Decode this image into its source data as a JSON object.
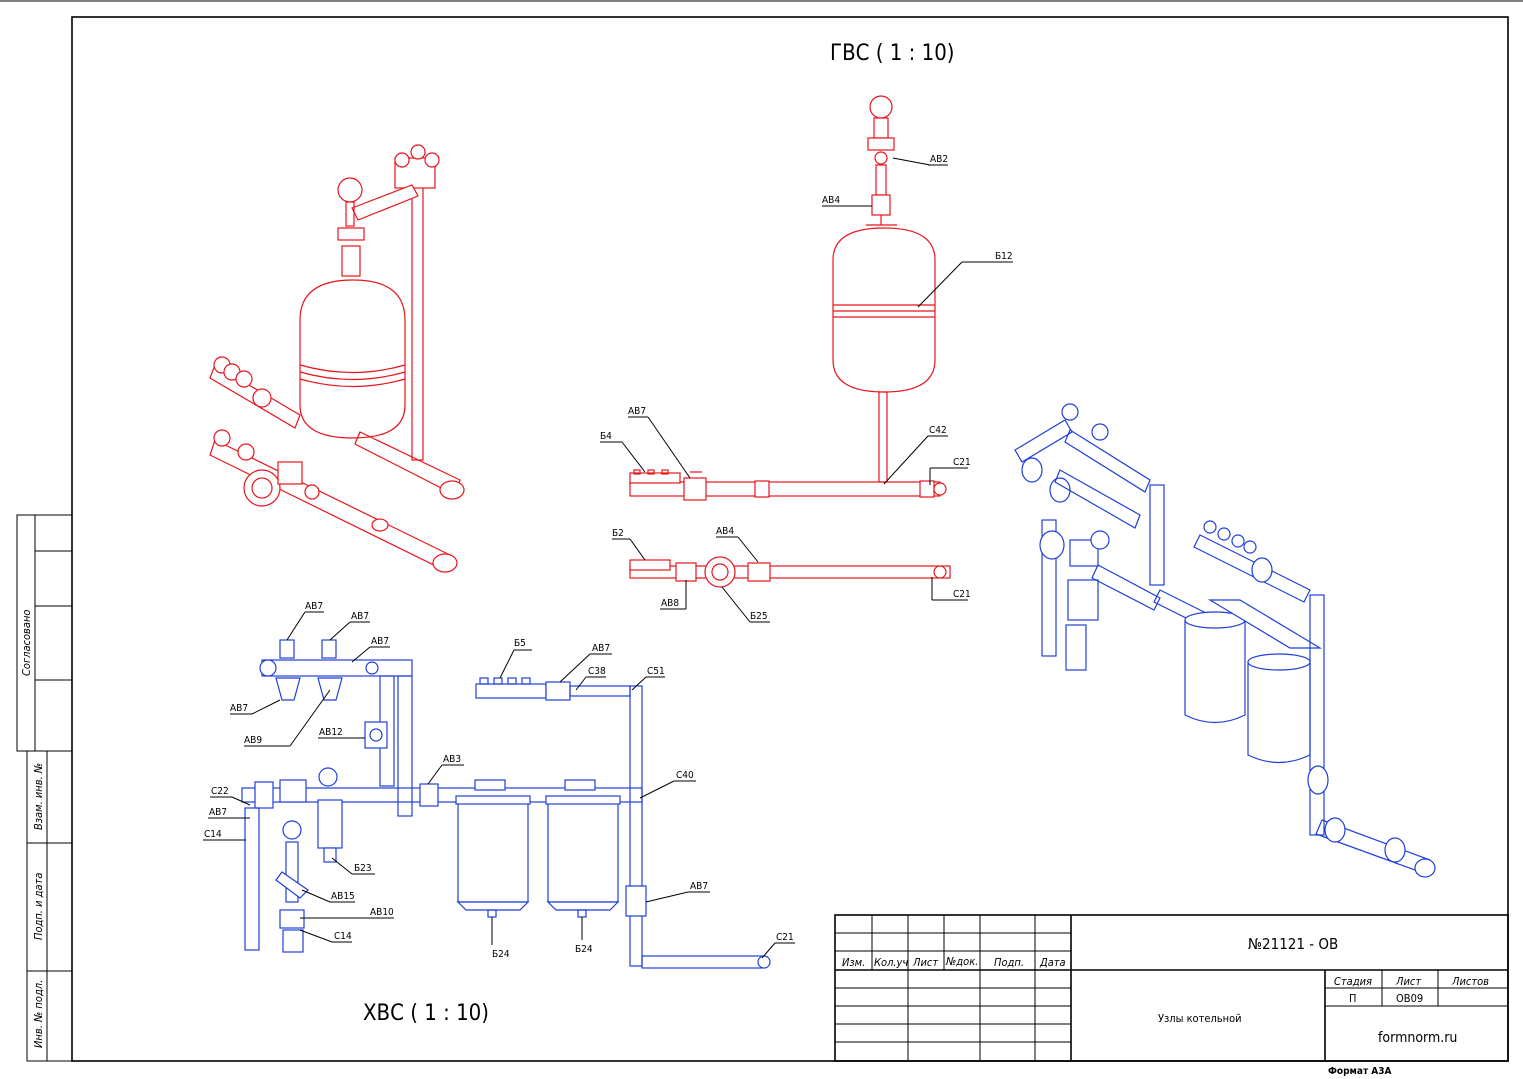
{
  "titles": {
    "gvs": "ГВС ( 1 : 10)",
    "hvs": "ХВС ( 1 : 10)"
  },
  "gvs_labels": {
    "ab2": "АВ2",
    "ab4_top": "АВ4",
    "b12": "Б12",
    "ab7": "АВ7",
    "b4": "Б4",
    "c42": "С42",
    "c21_a": "С21",
    "b2": "Б2",
    "ab4_b": "АВ4",
    "ab8": "АВ8",
    "b25": "Б25",
    "c21_b": "С21"
  },
  "hvs_labels": {
    "ab7_a": "АВ7",
    "ab7_b": "АВ7",
    "ab7_c": "АВ7",
    "ab7_d": "АВ7",
    "ab9": "АВ9",
    "ab12": "АВ12",
    "ab3": "АВ3",
    "c22": "С22",
    "ab7_e": "АВ7",
    "c14_a": "С14",
    "b23": "Б23",
    "ab15": "АВ15",
    "ab10": "АВ10",
    "c14_b": "С14",
    "b5": "Б5",
    "ab7_f": "АВ7",
    "c38": "С38",
    "c51": "С51",
    "c40": "С40",
    "ab7_g": "АВ7",
    "c21": "С21",
    "b24_a": "Б24",
    "b24_b": "Б24"
  },
  "side_stamp": {
    "agreed": "Согласовано",
    "inv_replace": "Взам. инв. №",
    "sign_date": "Подп. и дата",
    "inv_orig": "Инв. № подл."
  },
  "title_block": {
    "doc_number": "№21121 - ОВ",
    "col_izm": "Изм.",
    "col_kol": "Кол.уч",
    "col_list": "Лист",
    "col_ndok": "№док.",
    "col_podp": "Подп.",
    "col_data": "Дата",
    "name": "Узлы котельной",
    "stage_h": "Стадия",
    "sheet_h": "Лист",
    "sheets_h": "Листов",
    "stage": "П",
    "sheet": "ОВ09",
    "sheets": "",
    "org": "formnorm.ru",
    "format": "Формат А3А"
  },
  "colors": {
    "hot": "#e8141c",
    "cold": "#1f3fd8",
    "line": "#000000"
  }
}
